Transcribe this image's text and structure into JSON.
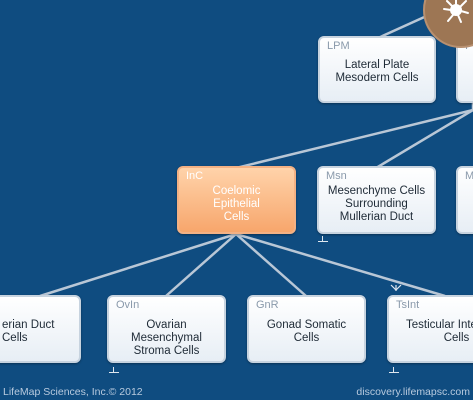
{
  "colors": {
    "background": "#0f4c80",
    "edge": "#b9c7d6",
    "node_fill": "#eef3f8",
    "selected_fill": "#f7a66c",
    "logo": "#9d7654"
  },
  "nodes": {
    "lpm": {
      "code": "LPM",
      "label": "Lateral Plate Mesoderm Cells"
    },
    "lpm_neighbor": {
      "code": "I"
    },
    "inc": {
      "code": "InC",
      "label": "Coelomic Epithelial Cells"
    },
    "msn": {
      "code": "Msn",
      "label": "Mesenchyme Cells Surrounding Mullerian Duct"
    },
    "msn_neighbor": {
      "code": "M"
    },
    "duct": {
      "label": "erian Duct Cells"
    },
    "ovin": {
      "code": "OvIn",
      "label": "Ovarian Mesenchymal Stroma Cells"
    },
    "gnr": {
      "code": "GnR",
      "label": "Gonad Somatic Cells"
    },
    "tsint": {
      "code": "TsInt",
      "label": "Testicular Interstitial Cells"
    }
  },
  "logo_icon": "cell-icon",
  "footer": {
    "left": "LifeMap Sciences, Inc.© 2012",
    "right": "discovery.lifemapsc.com"
  }
}
